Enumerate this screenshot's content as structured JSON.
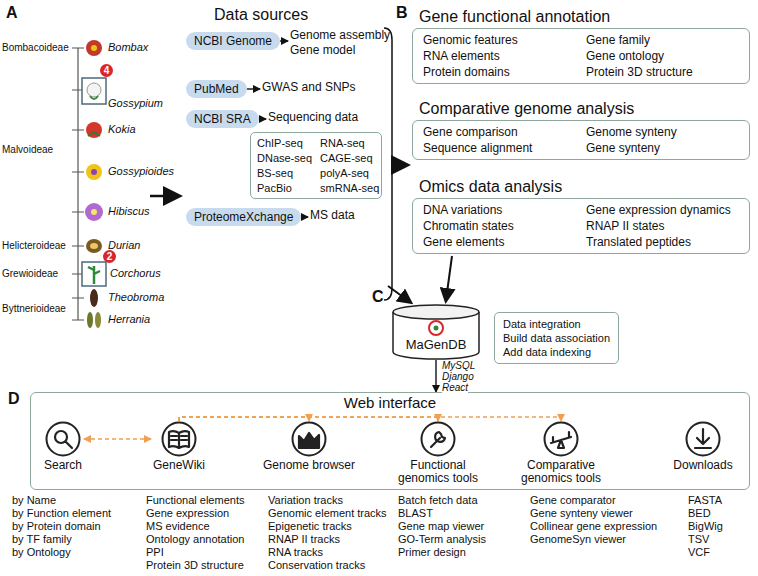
{
  "diagram": {
    "nodes": [
      {
        "text": [
          "NCBI Genome"
        ]
      },
      {
        "text": [
          "Genome assembly",
          "Gene model"
        ]
      },
      {
        "text": [
          "PubMed"
        ]
      },
      {
        "text": [
          "GWAS and SNPs"
        ]
      },
      {
        "text": [
          "NCBI SRA"
        ]
      },
      {
        "text": [
          "Sequencing data"
        ]
      },
      {
        "text": [
          "ChIP-seq",
          "RNA-seq",
          "DNase-seq",
          "CAGE-seq",
          "BS-seq",
          "polyA-seq",
          "PacBio",
          "smRNA-seq"
        ]
      },
      {
        "text": [
          "ProteomeXchange"
        ]
      },
      {
        "text": [
          "MS data"
        ]
      },
      {
        "text": [
          "Gene functional annotation",
          "Genomic features",
          "Gene family",
          "RNA elements",
          "Gene ontology",
          "Protein domains",
          "Protein 3D structure"
        ]
      },
      {
        "text": [
          "Comparative genome analysis",
          "Gene comparison",
          "Genome synteny",
          "Sequence alignment",
          "Gene synteny"
        ]
      },
      {
        "text": [
          "Omics data analysis",
          "DNA variations",
          "Gene expression dynamics",
          "Chromatin states",
          "RNAP II states",
          "Gene elements",
          "Translated peptides"
        ]
      },
      {
        "text": [
          "MaGenDB"
        ]
      },
      {
        "text": [
          "Data integration",
          "Build data association",
          "Add data indexing"
        ]
      },
      {
        "text": [
          "Web interface"
        ]
      },
      {
        "text": [
          "Search"
        ],
        "in": 14
      },
      {
        "text": [
          "GeneWiki"
        ],
        "in": 14
      },
      {
        "text": [
          "Genome browser"
        ],
        "in": 14
      },
      {
        "text": [
          "Functional genomics tools"
        ],
        "in": 14
      },
      {
        "text": [
          "Comparative genomics tools"
        ],
        "in": 14
      },
      {
        "text": [
          "Downloads"
        ],
        "in": 14
      }
    ],
    "edges": [
      {
        "from": 0,
        "to": 1,
        "arrow": "to"
      },
      {
        "from": 2,
        "to": 3,
        "arrow": "to"
      },
      {
        "from": 4,
        "to": 5,
        "arrow": "to"
      },
      {
        "from": 7,
        "to": 8,
        "arrow": "to"
      },
      {
        "from": 12,
        "to": 14,
        "arrow": "to"
      },
      {
        "from": 15,
        "to": 16,
        "arrow": "both"
      },
      {
        "from": 16,
        "to": 17,
        "arrow": "to"
      },
      {
        "from": 16,
        "to": 18,
        "arrow": "to"
      },
      {
        "from": 16,
        "to": 19,
        "arrow": "to"
      }
    ],
    "labels": [
      "A",
      "Data sources",
      "Bombacoideae",
      "Bombax",
      "4",
      "Gossypium",
      "Malvoideae",
      "Kokia",
      "Gossypioides",
      "Hibiscus",
      "Helicteroideae",
      "Durian",
      "Grewioideae",
      "2",
      "Corchorus",
      "Byttnerioideae",
      "Theobroma",
      "Herrania",
      "B",
      "C",
      "MySQL",
      "Django",
      "React",
      "D",
      "by Name",
      "by Function element",
      "by Protein domain",
      "by TF family",
      "by Ontology",
      "Functional elements",
      "Gene expression",
      "MS evidence",
      "Ontology annotation",
      "PPI",
      "Protein 3D structure",
      "Variation tracks",
      "Genomic element tracks",
      "Epigenetic tracks",
      "RNAP II tracks",
      "RNA tracks",
      "Conservation tracks",
      "Batch fetch data",
      "BLAST",
      "Gene map viewer",
      "GO-Term analysis",
      "Primer design",
      "Gene comparator",
      "Gene synteny viewer",
      "Collinear gene expression",
      "GenomeSyn viewer",
      "FASTA",
      "BED",
      "BigWig",
      "TSV",
      "VCF"
    ]
  }
}
